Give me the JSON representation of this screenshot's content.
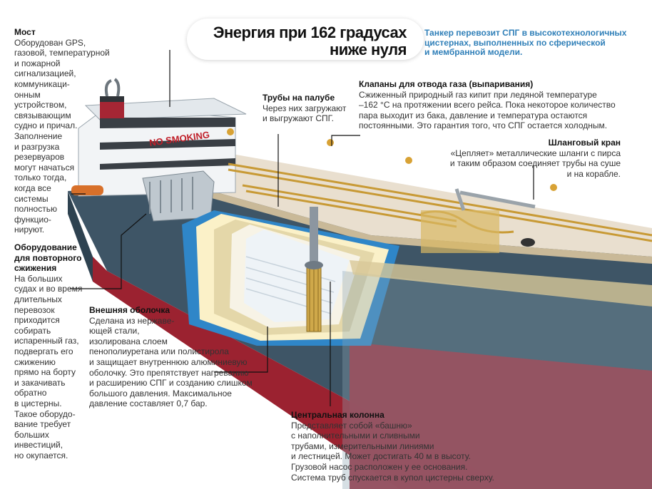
{
  "header": {
    "title": "Энергия при 162 градусах\nниже нуля",
    "subtitle": "Танкер перевозит СПГ в высокотехнологичных\nцистернах, выполненных по сферической\nи мембранной модели."
  },
  "ship": {
    "sign": "NO SMOKING"
  },
  "callouts": {
    "bridge": {
      "title": "Мост",
      "text": "Оборудован GPS,\nгазовой, температурной\nи пожарной\nсигнализацией,\nкоммуникаци-\nонным\nустройством,\nсвязывающим\nсудно и причал.\nЗаполнение\nи разгрузка\nрезервуаров\nмогут начаться\nтолько тогда,\nкогда все\nсистемы\nполностью\nфункцио-\nнируют."
    },
    "reliquefaction": {
      "title": "Оборудование\nдля повторного\nсжижения",
      "text": "На больших\nсудах и во время\nдлительных\nперевозок\nприходится\nсобирать\nиспаренный газ,\nподвергать его\nсжижению\nпрямо на борту\nи закачивать\nобратно\nв цистерны.\nТакое оборудо-\nвание требует\nбольших\nинвестиций,\nно окупается."
    },
    "deck_pipes": {
      "title": "Трубы на палубе",
      "text": "Через них загружают\nи выгружают СПГ."
    },
    "vent_valves": {
      "title": "Клапаны для отвода газа (выпаривания)",
      "text": "Сжиженный природный газ кипит при ледяной температуре\n–162 °С на протяжении всего рейса. Пока некоторое количество\nпара выходит из бака, давление и температура остаются\nпостоянными. Это гарантия того, что СПГ остается холодным."
    },
    "hose_crane": {
      "title": "Шланговый кран",
      "text": "«Цепляет» металлические шланги с пирса\nи таким образом соединяет трубы на суше\nи на корабле."
    },
    "outer_shell": {
      "title": "Внешняя оболочка",
      "text": "Сделана из нержаве-\nющей стали,\nизолирована слоем\nпенополиуретана или полистирола\nи защищает внутреннюю алюминиевую\nоболочку. Это препятствует нагреванию\nи расширению СПГ и созданию слишком\nбольшого давления. Максимальное\nдавление составляет 0,7 бар."
    },
    "central_column": {
      "title": "Центральная колонна",
      "text": "Представляет собой «башню»\nс наполнительными и сливными\nтрубами, измерительными линиями\nи лестницей. Может достигать 40 м в высоту.\nГрузовой насос расположен у ее основания.\nСистема труб спускается в купол цистерны сверху."
    }
  }
}
